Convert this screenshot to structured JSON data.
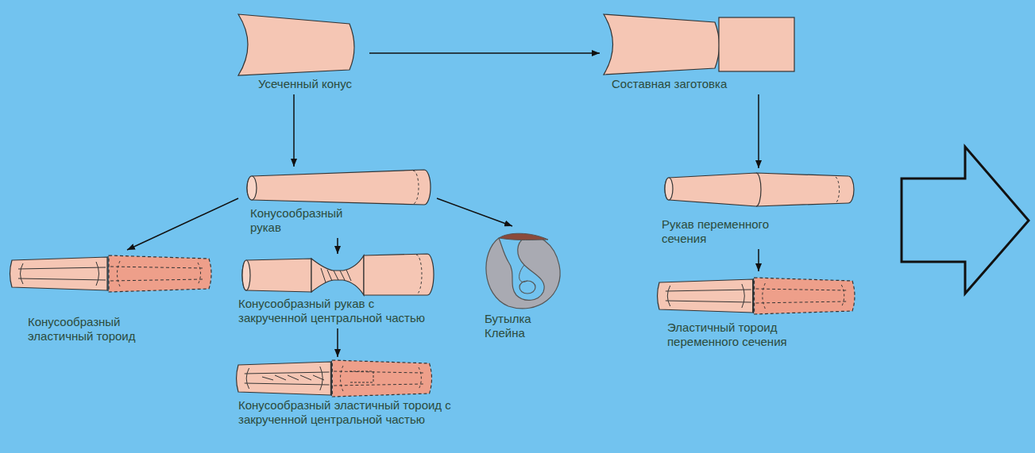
{
  "diagram": {
    "nodes": [
      {
        "text": [
          "Усеченный конус"
        ]
      },
      {
        "text": [
          "Составная заготовка"
        ]
      },
      {
        "text": [
          "Конусообразный рукав"
        ]
      },
      {
        "text": [
          "Рукав переменного сечения"
        ]
      },
      {
        "text": [
          "Конусообразный эластичный тороид"
        ]
      },
      {
        "text": [
          "Конусообразный рукав с закрученной центральной частью"
        ]
      },
      {
        "text": [
          "Бутылка Клейна"
        ]
      },
      {
        "text": [
          "Эластичный тороид переменного сечения"
        ]
      },
      {
        "text": [
          "Конусообразный эластичный тороид с закрученной центральной частью"
        ]
      }
    ],
    "edges": [
      {
        "from": 0,
        "to": 1,
        "arrow": "to"
      },
      {
        "from": 0,
        "to": 2,
        "arrow": "to"
      },
      {
        "from": 2,
        "to": 4,
        "arrow": "to"
      },
      {
        "from": 2,
        "to": 5,
        "arrow": "to"
      },
      {
        "from": 2,
        "to": 6,
        "arrow": "to"
      },
      {
        "from": 5,
        "to": 8,
        "arrow": "to"
      },
      {
        "from": 1,
        "to": 3,
        "arrow": "to"
      },
      {
        "from": 3,
        "to": 7,
        "arrow": "to"
      }
    ]
  }
}
